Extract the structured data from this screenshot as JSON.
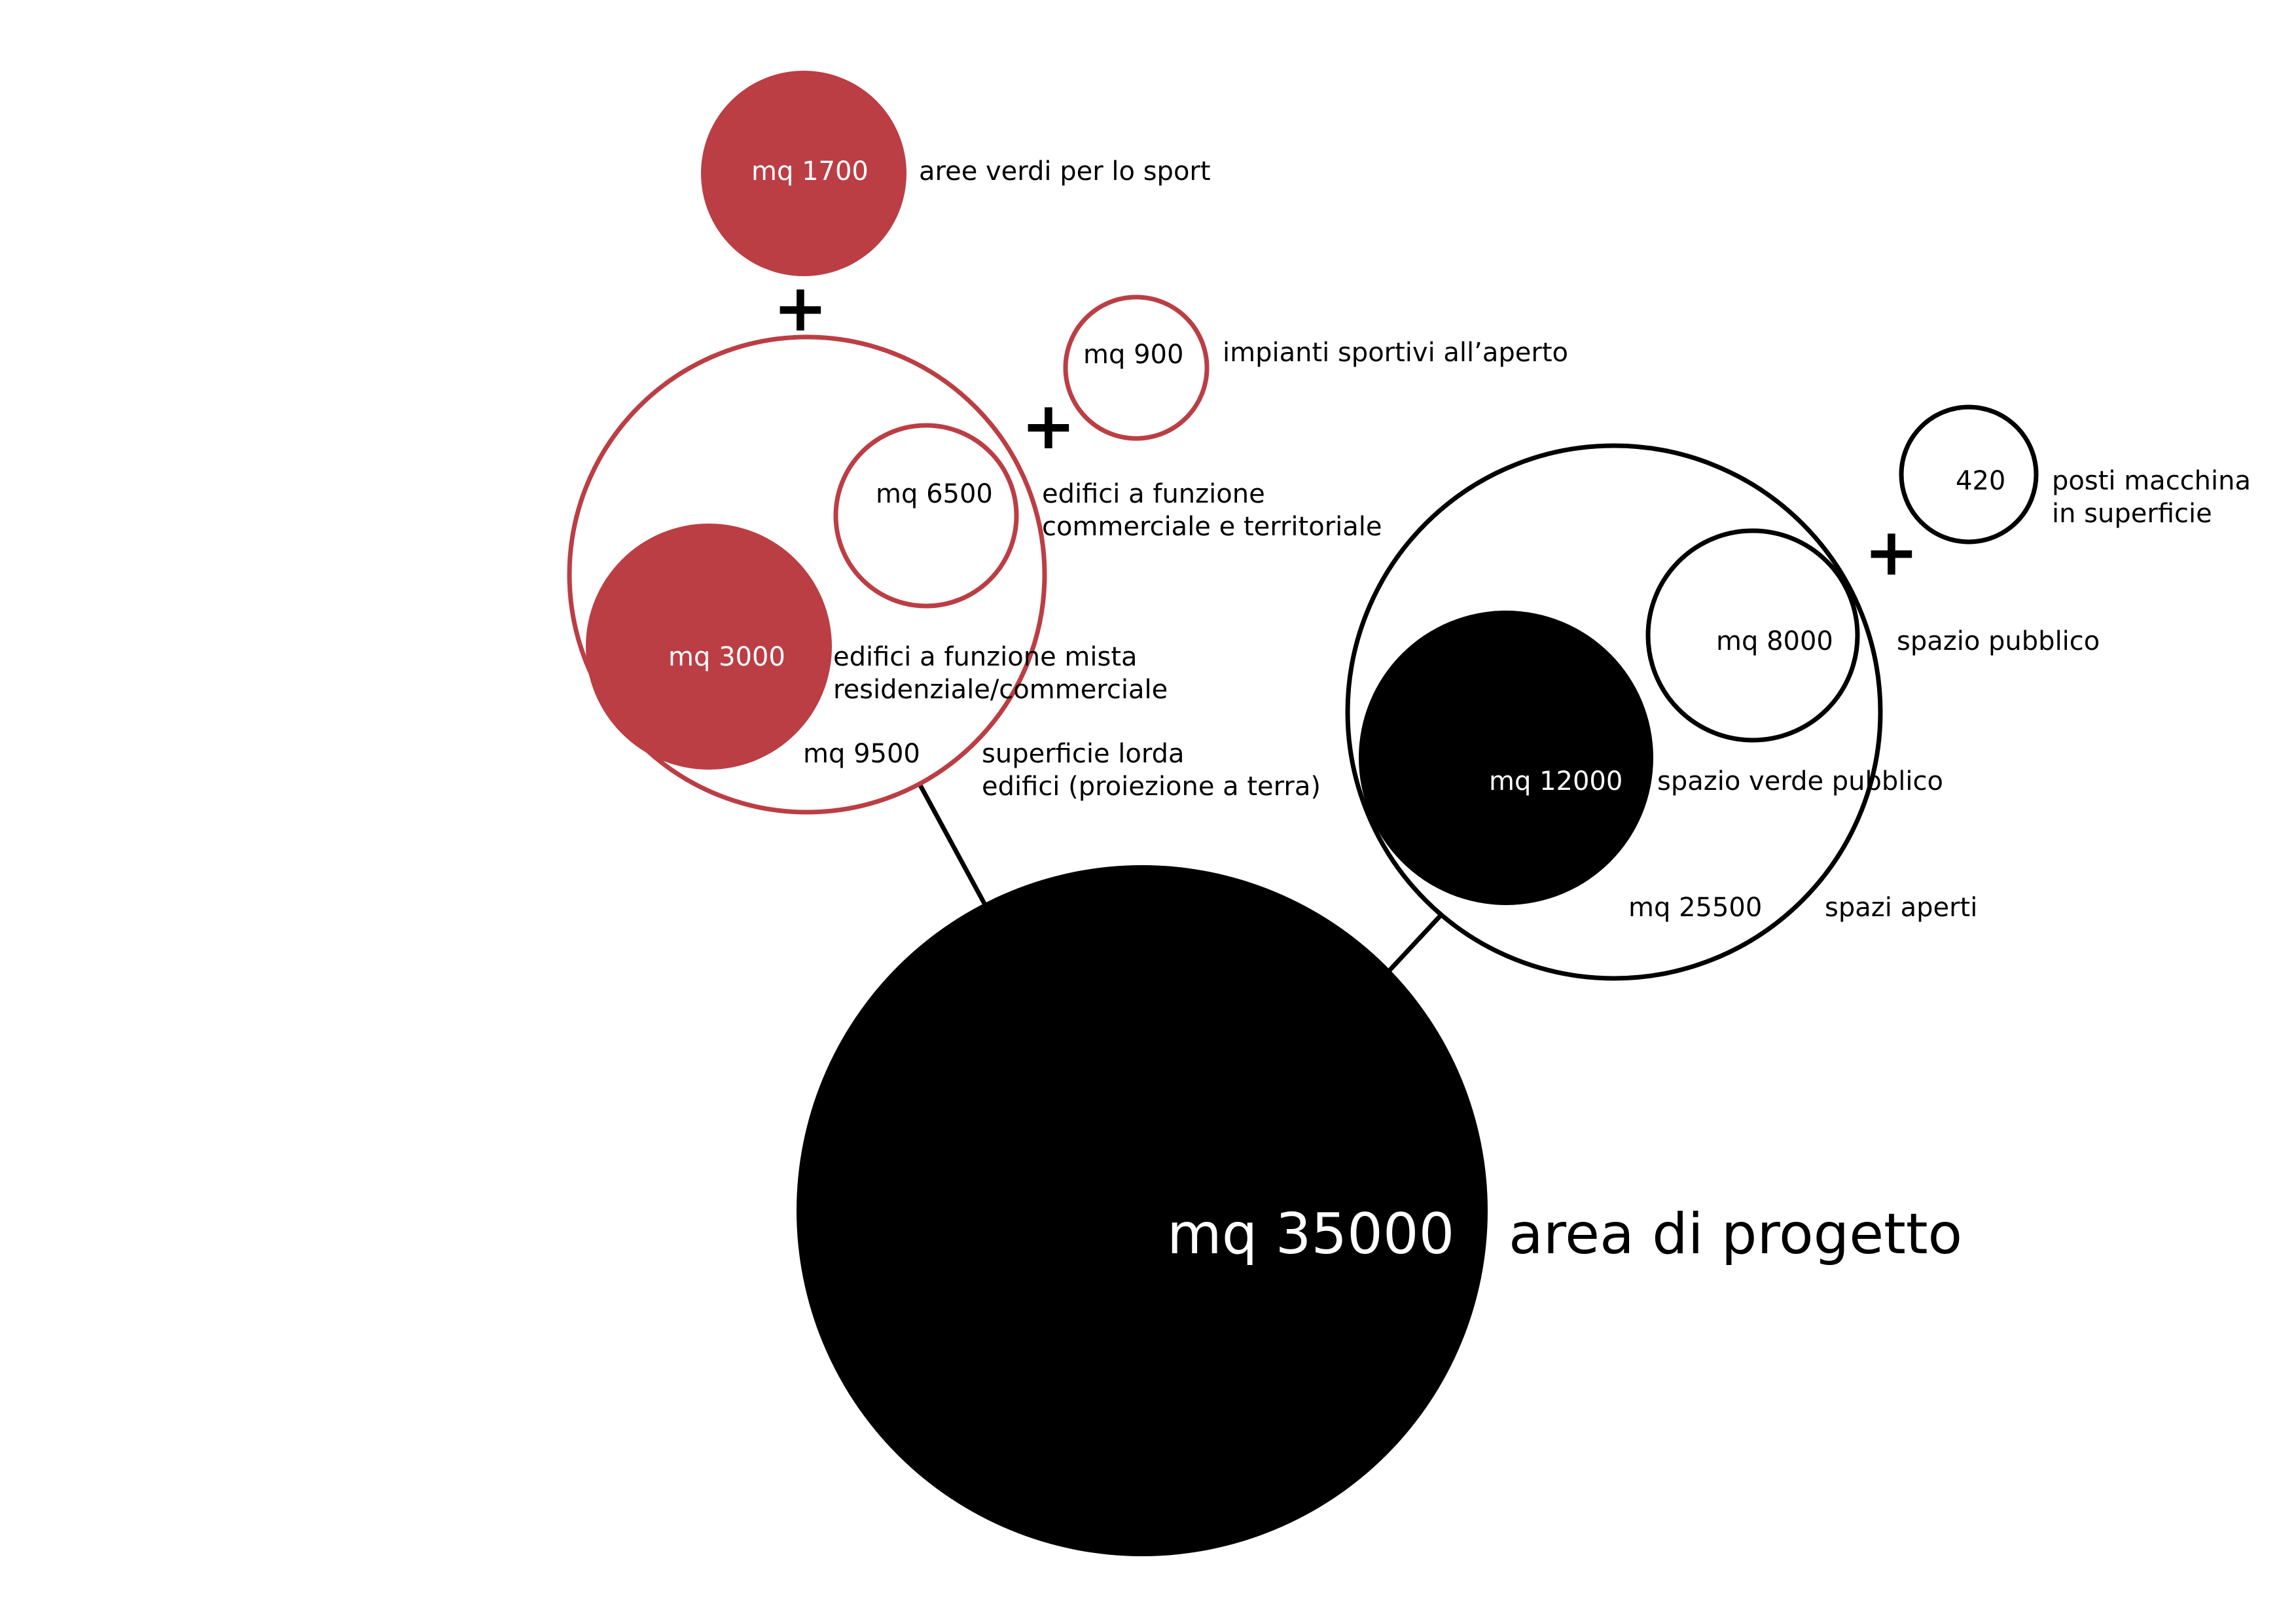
{
  "colors": {
    "accent_red": "#bb3e44",
    "black": "#000000",
    "white": "#ffffff"
  },
  "total": {
    "value": "mq 35000",
    "label": "area di progetto"
  },
  "built": {
    "gross_area": {
      "value": "mq 9500",
      "label_line1": "superficie lorda",
      "label_line2": "edifici (proiezione a terra)"
    },
    "mixed_use": {
      "value": "mq 3000",
      "label_line1": "edifici a funzione mista",
      "label_line2": "residenziale/commerciale"
    },
    "commercial": {
      "value": "mq 6500",
      "label_line1": "edifici a funzione",
      "label_line2": "commerciale e territoriale"
    },
    "sport_green": {
      "value": "mq 1700",
      "label": "aree verdi per lo sport"
    },
    "outdoor_sport": {
      "value": "mq 900",
      "label": "impianti sportivi all’aperto"
    }
  },
  "open": {
    "open_spaces": {
      "value": "mq 25500",
      "label": "spazi aperti"
    },
    "public_green": {
      "value": "mq 12000",
      "label": "spazio verde pubblico"
    },
    "public_space": {
      "value": "mq 8000",
      "label": "spazio pubblico"
    },
    "parking": {
      "value": "420",
      "label_line1": "posti macchina",
      "label_line2": "in superficie"
    }
  },
  "symbols": {
    "plus": "+"
  }
}
